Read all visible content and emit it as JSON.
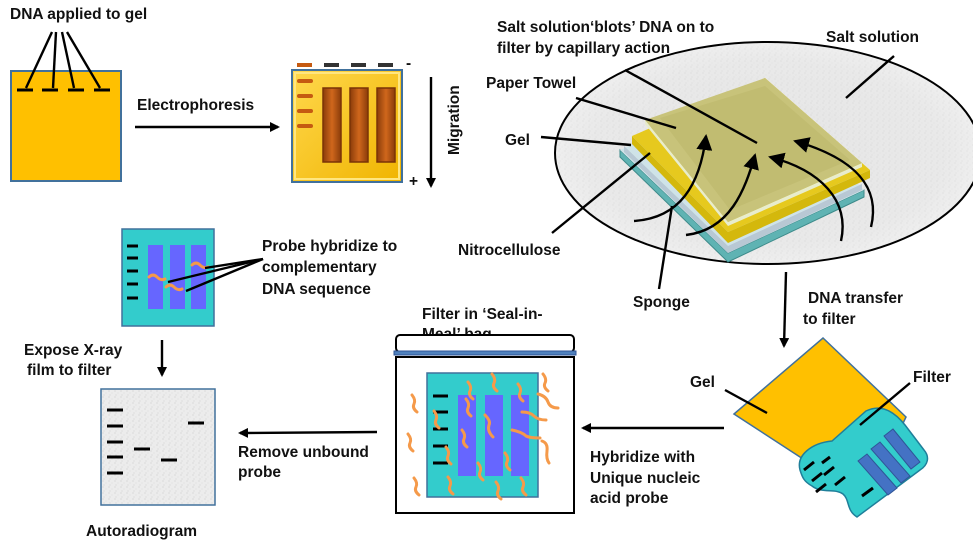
{
  "title": "Southern blot procedure",
  "labels": {
    "dna_applied": "DNA applied to gel",
    "electrophoresis": "Electrophoresis",
    "migration": "Migration",
    "minus": "-",
    "plus": "+",
    "blot_line1": "Salt solution‘blots’ DNA on to",
    "blot_line2": "filter by capillary action",
    "salt_solution": "Salt solution",
    "paper_towel": "Paper Towel",
    "gel_stack": "Gel",
    "nitrocellulose": "Nitrocellulose",
    "sponge": "Sponge",
    "transfer_line1": "DNA transfer",
    "transfer_line2": "to filter",
    "gel_fold": "Gel",
    "filter": "Filter",
    "hybridize_line1": "Hybridize with",
    "hybridize_line2": "Unique nucleic",
    "hybridize_line3": "acid probe",
    "bag_line1": "Filter in ‘Seal-in-",
    "bag_line2": "Meal’ bag",
    "probe_line1": "Probe hybridize to",
    "probe_line2": "complementary",
    "probe_line3": "DNA sequence",
    "remove_line1": "Remove unbound",
    "remove_line2": "probe",
    "expose_line1": "Expose X-ray",
    "expose_line2": "film to filter",
    "autoradiogram": "Autoradiogram"
  },
  "colors": {
    "gel": "#ffc000",
    "gel_border": "#41719c",
    "band_brown": "#c55a11",
    "filter": "#33cccc",
    "lane": "#6666ff",
    "lane_dark": "#4472c4",
    "probe": "#f59a4a",
    "film": "#ebebeb"
  }
}
